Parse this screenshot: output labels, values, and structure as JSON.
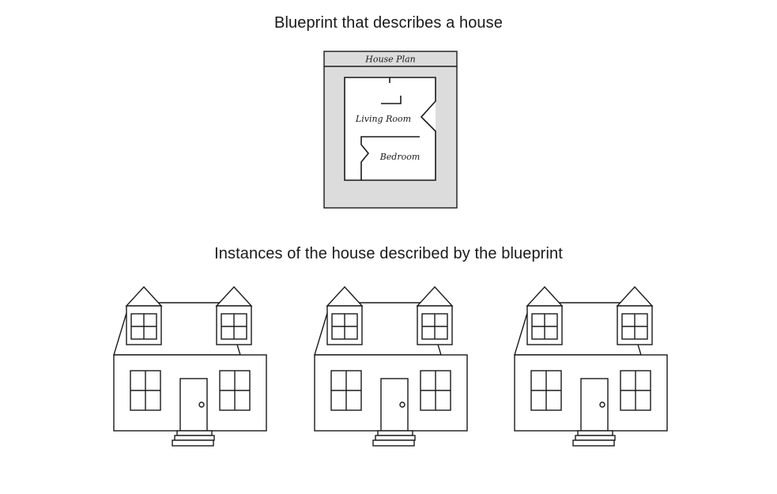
{
  "captions": {
    "blueprint": "Blueprint that describes a house",
    "instances": "Instances of the house described by the blueprint"
  },
  "blueprint": {
    "header": "House Plan",
    "rooms": [
      "Living Room",
      "Bedroom"
    ]
  },
  "house_instances": 3,
  "colors": {
    "stroke": "#1a1a1a",
    "blueprint_fill": "#dcdcdc",
    "background": "#ffffff"
  }
}
